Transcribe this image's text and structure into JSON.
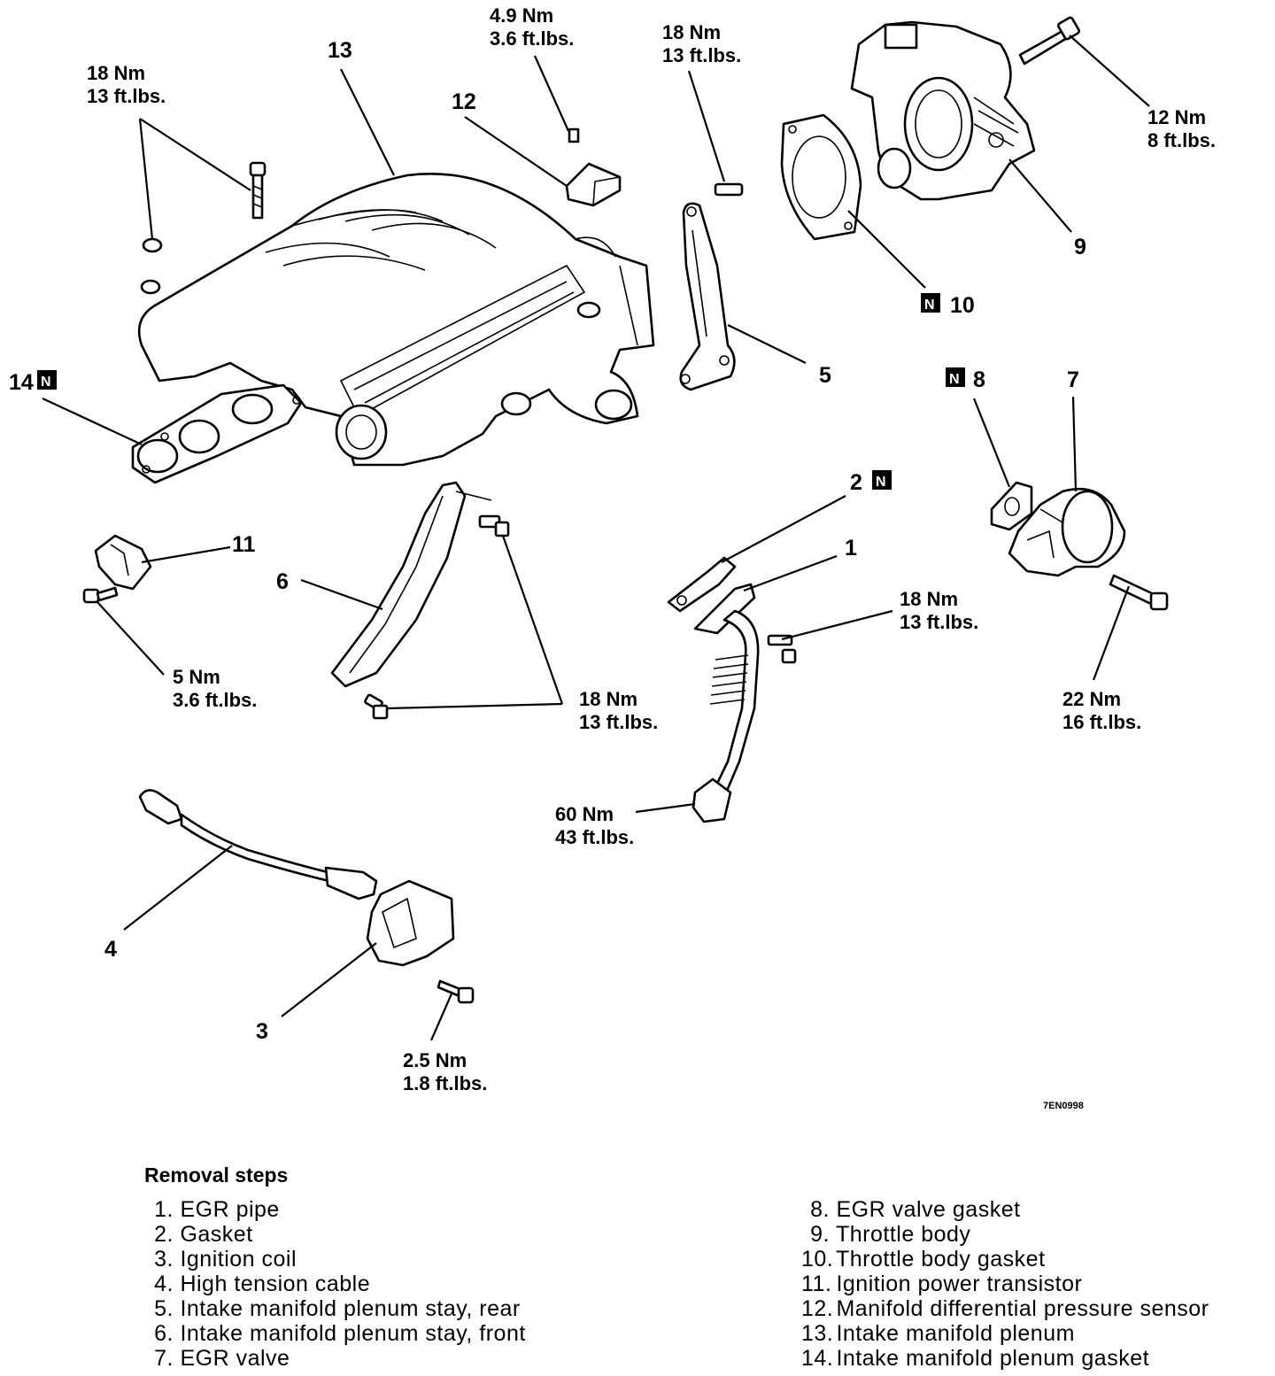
{
  "diagram": {
    "callouts": {
      "c1": "1",
      "c2": "2",
      "c3": "3",
      "c4": "4",
      "c5": "5",
      "c6": "6",
      "c7": "7",
      "c8": "8",
      "c9": "9",
      "c10": "10",
      "c11": "11",
      "c12": "12",
      "c13": "13",
      "c14": "14"
    },
    "new_part_marker": "N",
    "torques": {
      "t_nut_manifold": [
        "18 Nm",
        "13 ft.lbs."
      ],
      "t_sensor": [
        "4.9 Nm",
        "3.6 ft.lbs."
      ],
      "t_stay_rear": [
        "18 Nm",
        "13 ft.lbs."
      ],
      "t_throttle": [
        "12 Nm",
        "8 ft.lbs."
      ],
      "t_transistor": [
        "5 Nm",
        "3.6 ft.lbs."
      ],
      "t_stay_front": [
        "18 Nm",
        "13 ft.lbs."
      ],
      "t_egr_pipe": [
        "18 Nm",
        "13 ft.lbs."
      ],
      "t_egr_valve": [
        "22 Nm",
        "16 ft.lbs."
      ],
      "t_egr_lower": [
        "60 Nm",
        "43 ft.lbs."
      ],
      "t_coil": [
        "2.5 Nm",
        "1.8 ft.lbs."
      ]
    },
    "figure_code": "7EN0998"
  },
  "removal_steps": {
    "title": "Removal steps",
    "left": [
      {
        "num": "1.",
        "label": "EGR pipe"
      },
      {
        "num": "2.",
        "label": "Gasket"
      },
      {
        "num": "3.",
        "label": "Ignition coil"
      },
      {
        "num": "4.",
        "label": "High tension cable"
      },
      {
        "num": "5.",
        "label": "Intake manifold plenum stay, rear"
      },
      {
        "num": "6.",
        "label": "Intake manifold plenum stay, front"
      },
      {
        "num": "7.",
        "label": "EGR valve"
      }
    ],
    "right": [
      {
        "num": "8.",
        "label": "EGR valve gasket"
      },
      {
        "num": "9.",
        "label": "Throttle body"
      },
      {
        "num": "10.",
        "label": "Throttle body gasket"
      },
      {
        "num": "11.",
        "label": "Ignition power transistor"
      },
      {
        "num": "12.",
        "label": "Manifold differential pressure sensor"
      },
      {
        "num": "13.",
        "label": "Intake manifold plenum"
      },
      {
        "num": "14.",
        "label": "Intake manifold plenum gasket"
      }
    ]
  }
}
